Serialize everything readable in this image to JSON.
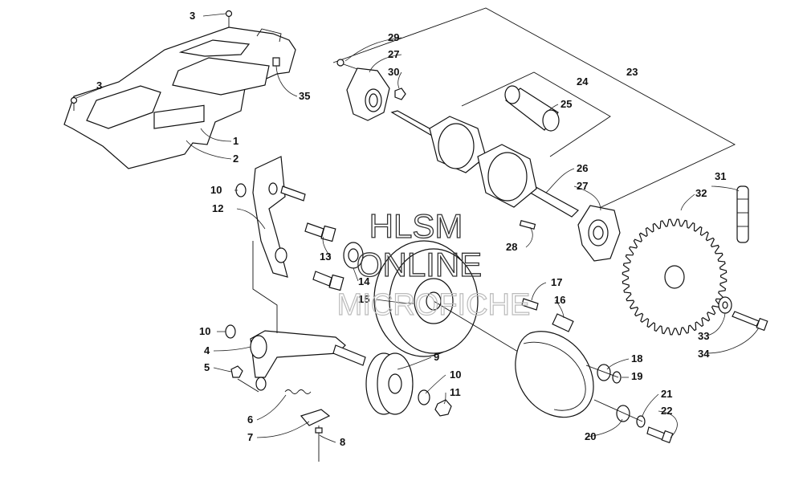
{
  "watermark": {
    "line1": "HLSM",
    "line2": "ONLINE",
    "line3": "MICROFICHE"
  },
  "callouts": [
    {
      "id": "c1",
      "text": "1"
    },
    {
      "id": "c2",
      "text": "2"
    },
    {
      "id": "c3a",
      "text": "3"
    },
    {
      "id": "c3b",
      "text": "3"
    },
    {
      "id": "c4",
      "text": "4"
    },
    {
      "id": "c5",
      "text": "5"
    },
    {
      "id": "c6",
      "text": "6"
    },
    {
      "id": "c7",
      "text": "7"
    },
    {
      "id": "c8",
      "text": "8"
    },
    {
      "id": "c9",
      "text": "9"
    },
    {
      "id": "c10a",
      "text": "10"
    },
    {
      "id": "c10b",
      "text": "10"
    },
    {
      "id": "c10c",
      "text": "10"
    },
    {
      "id": "c11",
      "text": "11"
    },
    {
      "id": "c12",
      "text": "12"
    },
    {
      "id": "c13",
      "text": "13"
    },
    {
      "id": "c14",
      "text": "14"
    },
    {
      "id": "c15",
      "text": "15"
    },
    {
      "id": "c16",
      "text": "16"
    },
    {
      "id": "c17",
      "text": "17"
    },
    {
      "id": "c18",
      "text": "18"
    },
    {
      "id": "c19",
      "text": "19"
    },
    {
      "id": "c20",
      "text": "20"
    },
    {
      "id": "c21",
      "text": "21"
    },
    {
      "id": "c22",
      "text": "22"
    },
    {
      "id": "c23",
      "text": "23"
    },
    {
      "id": "c24",
      "text": "24"
    },
    {
      "id": "c25",
      "text": "25"
    },
    {
      "id": "c26",
      "text": "26"
    },
    {
      "id": "c27a",
      "text": "27"
    },
    {
      "id": "c27b",
      "text": "27"
    },
    {
      "id": "c28",
      "text": "28"
    },
    {
      "id": "c29",
      "text": "29"
    },
    {
      "id": "c30",
      "text": "30"
    },
    {
      "id": "c31",
      "text": "31"
    },
    {
      "id": "c32",
      "text": "32"
    },
    {
      "id": "c33",
      "text": "33"
    },
    {
      "id": "c34",
      "text": "34"
    },
    {
      "id": "c35",
      "text": "35"
    }
  ]
}
